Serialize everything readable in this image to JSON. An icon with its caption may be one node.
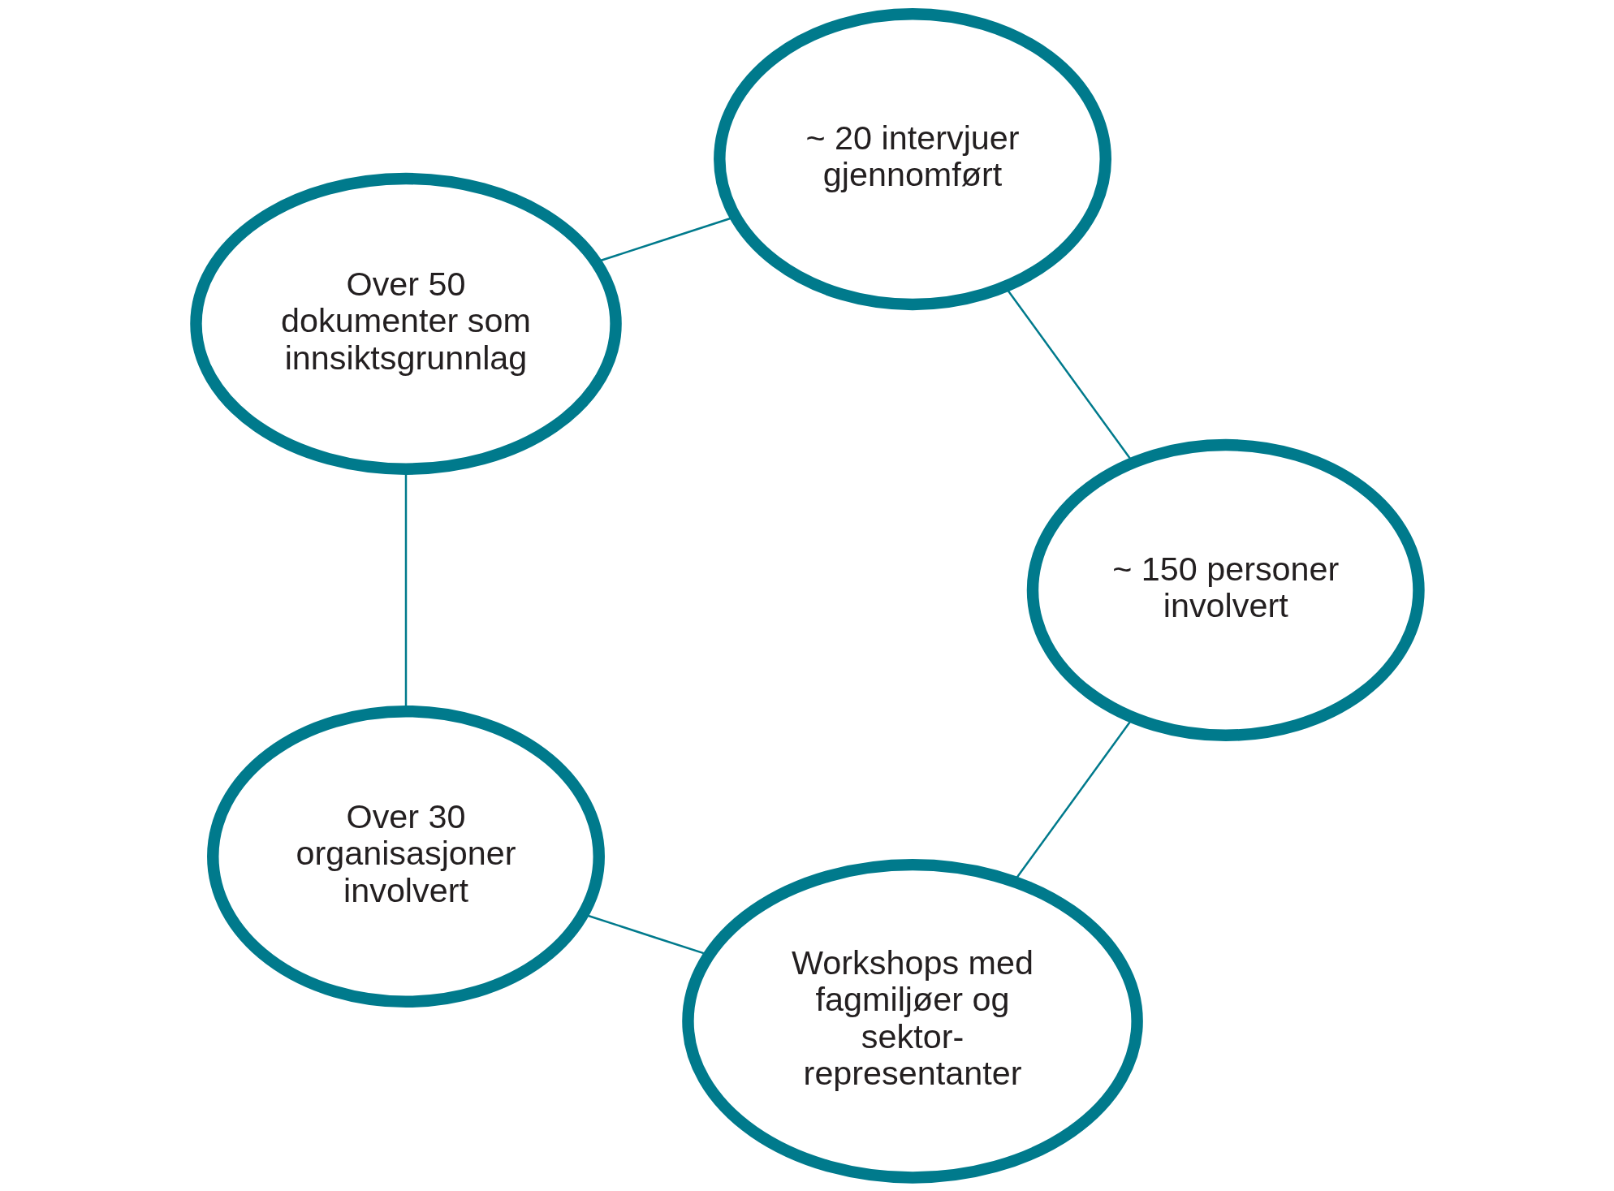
{
  "diagram": {
    "nodes": [
      {
        "text": [
          "Workshops med fagmiljøer og sektor- representanter"
        ]
      },
      {
        "text": [
          "~ 150 personer involvert"
        ]
      },
      {
        "text": [
          "Over 30 organisasjoner involvert"
        ]
      },
      {
        "text": [
          "~ 20 intervjuer gjennomført"
        ]
      },
      {
        "text": [
          "Over 50 dokumenter som innsiktsgrunnlag"
        ]
      }
    ],
    "edges": [
      {
        "from": 0,
        "to": 2,
        "arrow": "none"
      },
      {
        "from": 2,
        "to": 4,
        "arrow": "none"
      },
      {
        "from": 4,
        "to": 3,
        "arrow": "none"
      },
      {
        "from": 3,
        "to": 1,
        "arrow": "none"
      },
      {
        "from": 1,
        "to": 0,
        "arrow": "none"
      }
    ]
  }
}
